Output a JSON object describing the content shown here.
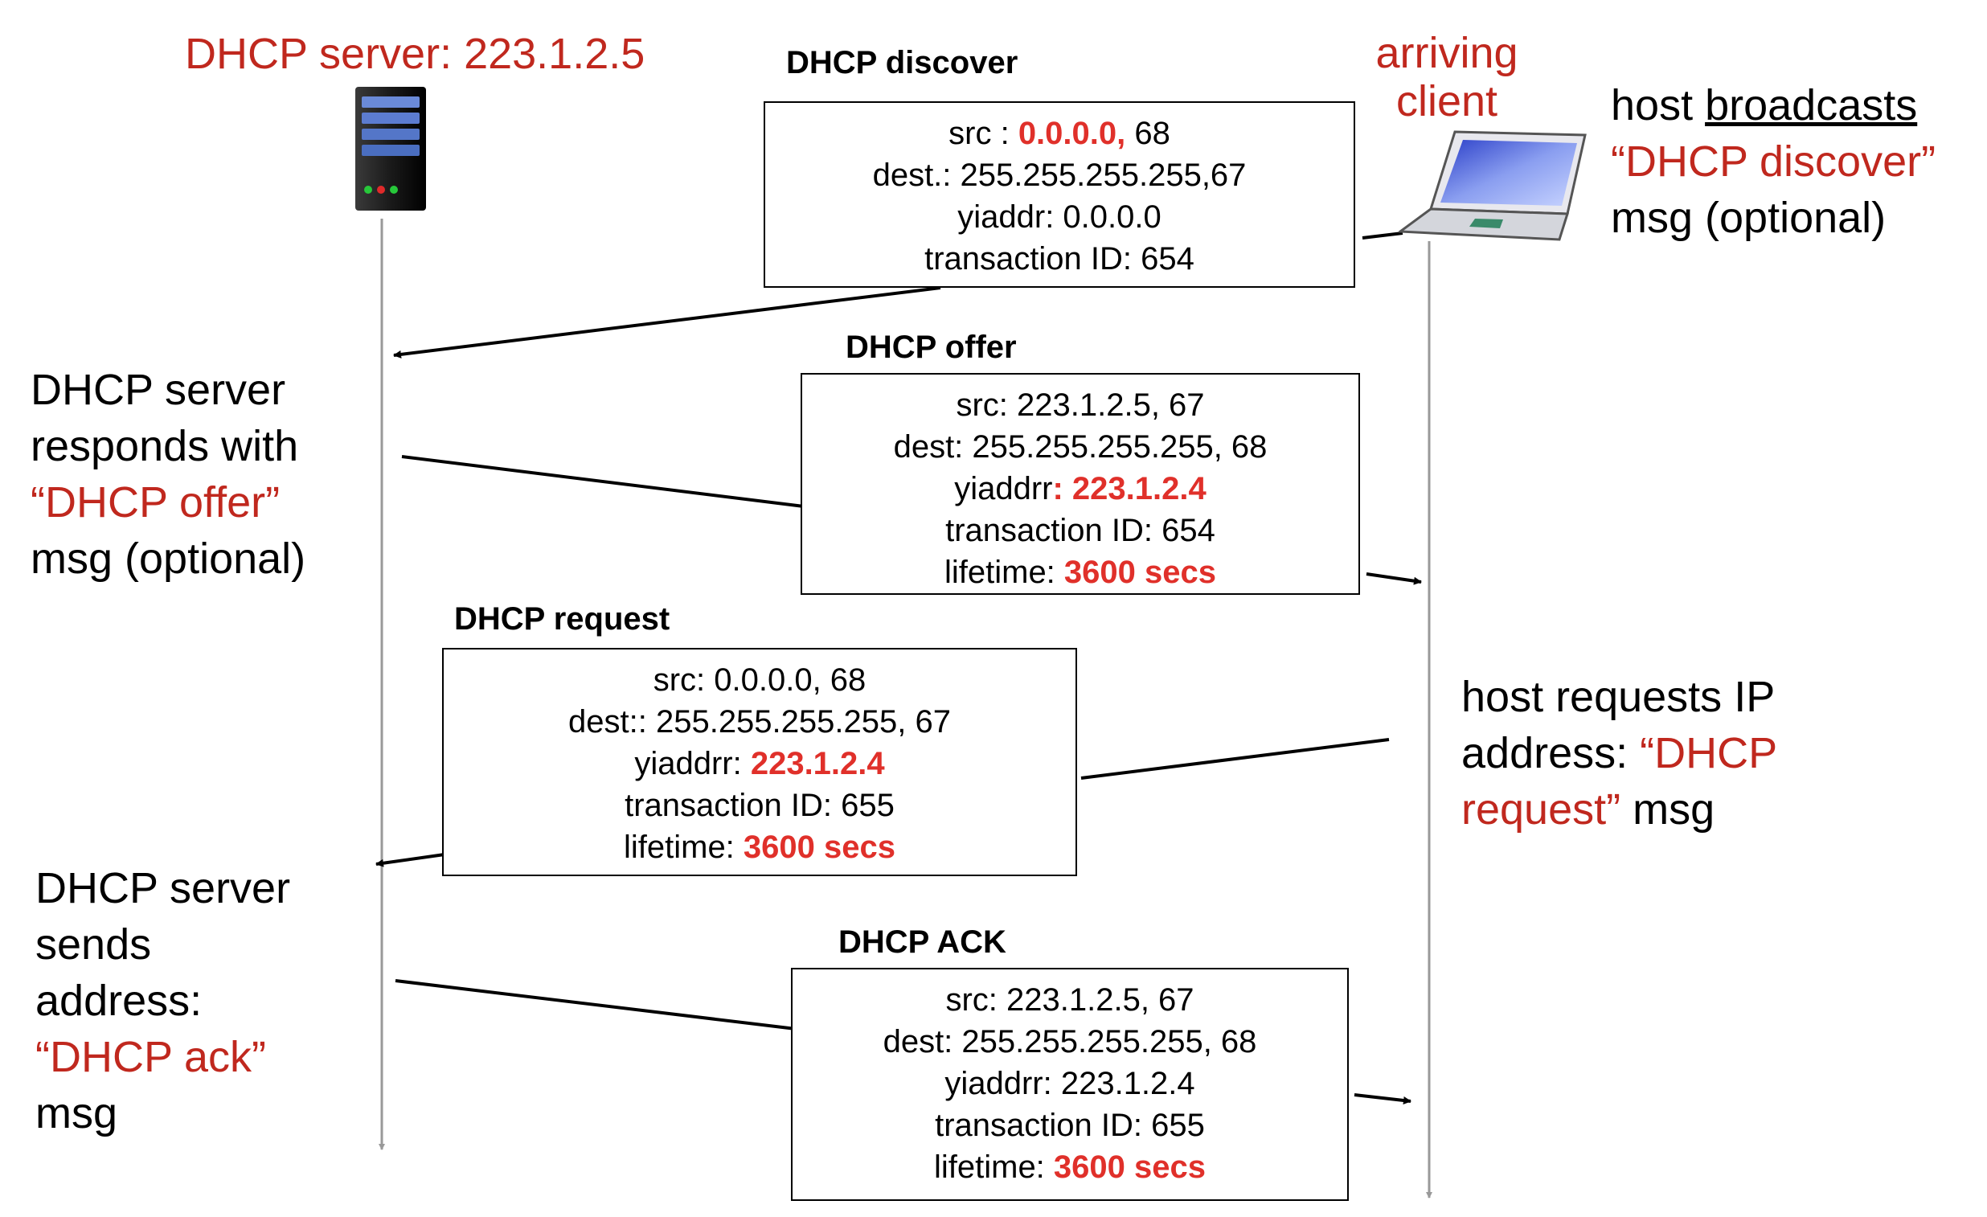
{
  "colors": {
    "accent_red": "#c0281e",
    "highlight_red": "#e0302a",
    "underline_red": "#e0302a",
    "timeline_gray": "#999999"
  },
  "icons": {
    "server": "server-tower-icon",
    "client": "laptop-icon"
  },
  "top": {
    "server_label": "DHCP server: 223.1.2.5",
    "client_label_1": "arriving",
    "client_label_2": "client"
  },
  "discover": {
    "header": "DHCP discover",
    "src_prefix": "src : ",
    "src_ip": "0.0.0.0,",
    "src_port": " 68",
    "dest": "dest.: 255.255.255.255,67",
    "yiaddr": "yiaddr:    0.0.0.0",
    "txid": "transaction ID: 654"
  },
  "offer": {
    "header": "DHCP offer",
    "src": "src: 223.1.2.5, 67",
    "dest": "dest:  255.255.255.255, 68",
    "yiaddr_label": "yiaddrr",
    "yiaddr_value": ": 223.1.2.4",
    "txid": "transaction ID: 654",
    "lifetime_label": "lifetime: ",
    "lifetime_value": "3600 secs"
  },
  "request": {
    "header": "DHCP request",
    "src": "src:  0.0.0.0, 68",
    "dest": "dest::  255.255.255.255, 67",
    "yiaddr_label": "yiaddrr: ",
    "yiaddr_value": "223.1.2.4",
    "txid": "transaction ID: 655",
    "lifetime_label": "lifetime: ",
    "lifetime_value": "3600 secs"
  },
  "ack": {
    "header": "DHCP ACK",
    "src": "src: 223.1.2.5, 67",
    "dest": "dest:  255.255.255.255, 68",
    "yiaddr": "yiaddrr: 223.1.2.4",
    "txid": "transaction ID: 655",
    "lifetime_label": "lifetime: ",
    "lifetime_value": "3600 secs"
  },
  "annotations": {
    "broadcast": {
      "l1_a": "host ",
      "l1_b": "broadcasts",
      "l2": "“DHCP discover”",
      "l3": "msg (optional)"
    },
    "offer": {
      "l1": "DHCP server",
      "l2": "responds with",
      "l3": "“DHCP offer”",
      "l4": "msg (optional)"
    },
    "request": {
      "l1": "host requests IP",
      "l2_a": "address: ",
      "l2_b": "“DHCP",
      "l3_a": "request”",
      "l3_b": " msg"
    },
    "ack": {
      "l1": "DHCP server",
      "l2": "sends",
      "l3": "address:",
      "l4": "“DHCP ack”",
      "l5": "msg"
    }
  }
}
